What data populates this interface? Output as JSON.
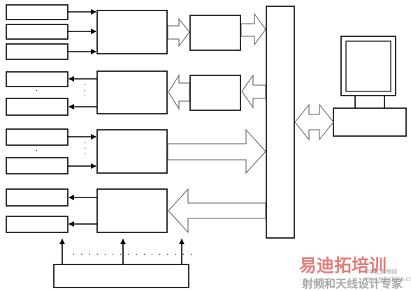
{
  "diagram": {
    "ellipsis": "·",
    "watermark": {
      "brand": "易迪拓培训",
      "tagline": "射频和天线设计专家",
      "logo_text": "中华工程师网",
      "url": "www.ednchina.com"
    },
    "colors": {
      "line": "#000000",
      "fill": "#ffffff",
      "watermark_red": "#d9534f",
      "watermark_gray": "#9a9a9a"
    }
  }
}
